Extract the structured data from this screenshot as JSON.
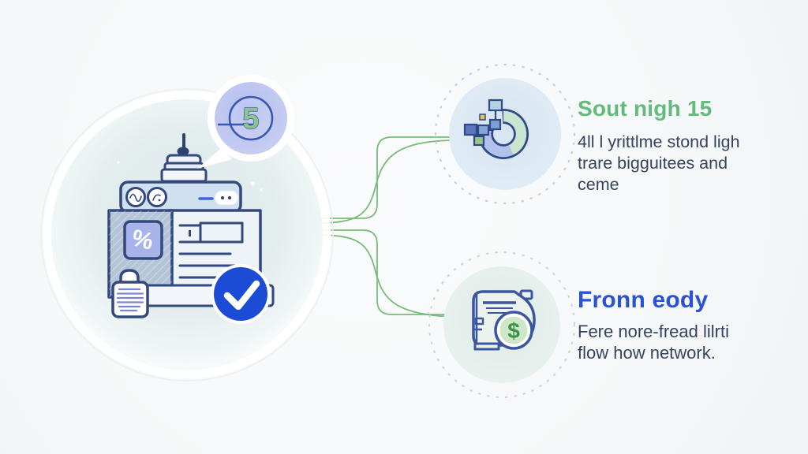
{
  "palette": {
    "background": "#f6f8f9",
    "outline_navy": "#33487c",
    "title_green": "#62bb7c",
    "title_blue": "#2953d3",
    "body_text": "#36425f",
    "connector_green": "#72b873",
    "check_blue": "#1c4bd6",
    "badge_lavender": "#bcc5f0",
    "donut_green": "#c8e5cf",
    "donut_purple": "#b3c2ec"
  },
  "hero": {
    "badge_glyph": "5",
    "percent_glyph": "%"
  },
  "sections": [
    {
      "icon": "donut-chart-icon",
      "title": "Sout nigh 15",
      "body_lines": [
        "4ll l yrittlme stond ligh",
        "trare bigguitees and",
        "ceme"
      ]
    },
    {
      "icon": "money-terminal-icon",
      "title": "Fronn eody",
      "dollar_glyph": "$",
      "body_lines": [
        "Fere nore-fread lilrti",
        "flow how network."
      ]
    }
  ]
}
